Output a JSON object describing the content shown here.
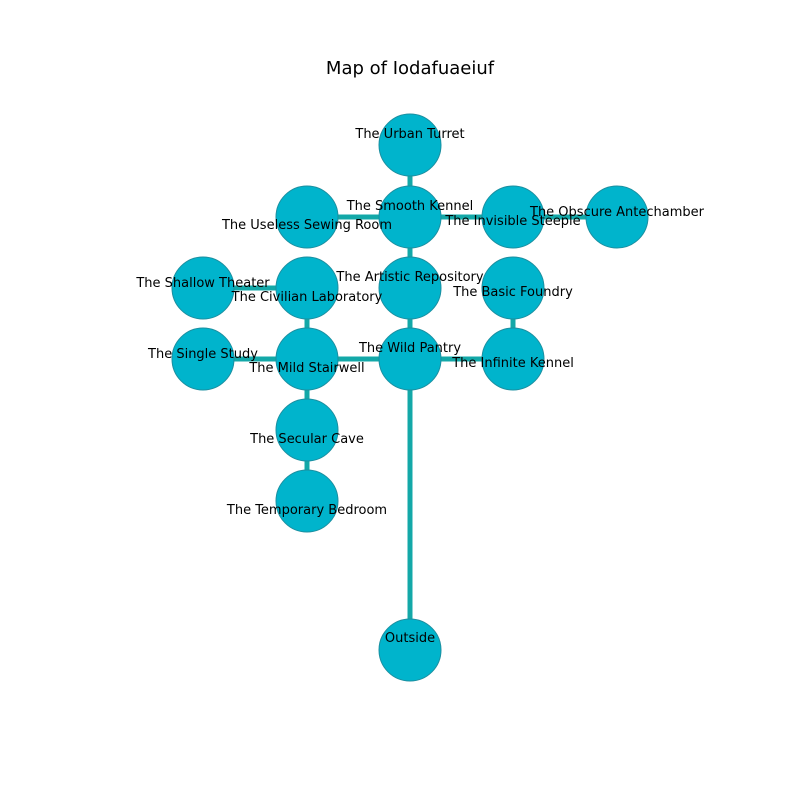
{
  "title": "Map of Iodafuaeiuf",
  "colors": {
    "node_fill": "#00b4cc",
    "node_stroke": "#1b8fa0",
    "edge": "#13a8a8",
    "background": "#ffffff"
  },
  "rooms": [
    {
      "id": "urban_turret",
      "name": "The Urban Turret"
    },
    {
      "id": "smooth_kennel",
      "name": "The Smooth Kennel"
    },
    {
      "id": "useless_sewing_room",
      "name": "The Useless Sewing Room"
    },
    {
      "id": "invisible_steeple",
      "name": "The Invisible Steeple"
    },
    {
      "id": "obscure_antechamber",
      "name": "The Obscure Antechamber"
    },
    {
      "id": "shallow_theater",
      "name": "The Shallow Theater"
    },
    {
      "id": "civilian_laboratory",
      "name": "The Civilian Laboratory"
    },
    {
      "id": "artistic_repository",
      "name": "The Artistic Repository"
    },
    {
      "id": "basic_foundry",
      "name": "The Basic Foundry"
    },
    {
      "id": "single_study",
      "name": "The Single Study"
    },
    {
      "id": "mild_stairwell",
      "name": "The Mild Stairwell"
    },
    {
      "id": "wild_pantry",
      "name": "The Wild Pantry"
    },
    {
      "id": "infinite_kennel",
      "name": "The Infinite Kennel"
    },
    {
      "id": "secular_cave",
      "name": "The Secular Cave"
    },
    {
      "id": "temporary_bedroom",
      "name": "The Temporary Bedroom"
    },
    {
      "id": "outside",
      "name": "Outside"
    }
  ],
  "connections": [
    [
      "urban_turret",
      "smooth_kennel"
    ],
    [
      "smooth_kennel",
      "useless_sewing_room"
    ],
    [
      "smooth_kennel",
      "invisible_steeple"
    ],
    [
      "invisible_steeple",
      "obscure_antechamber"
    ],
    [
      "smooth_kennel",
      "artistic_repository"
    ],
    [
      "artistic_repository",
      "wild_pantry"
    ],
    [
      "shallow_theater",
      "civilian_laboratory"
    ],
    [
      "civilian_laboratory",
      "mild_stairwell"
    ],
    [
      "basic_foundry",
      "infinite_kennel"
    ],
    [
      "single_study",
      "mild_stairwell"
    ],
    [
      "mild_stairwell",
      "wild_pantry"
    ],
    [
      "wild_pantry",
      "infinite_kennel"
    ],
    [
      "mild_stairwell",
      "secular_cave"
    ],
    [
      "secular_cave",
      "temporary_bedroom"
    ],
    [
      "wild_pantry",
      "outside"
    ]
  ]
}
